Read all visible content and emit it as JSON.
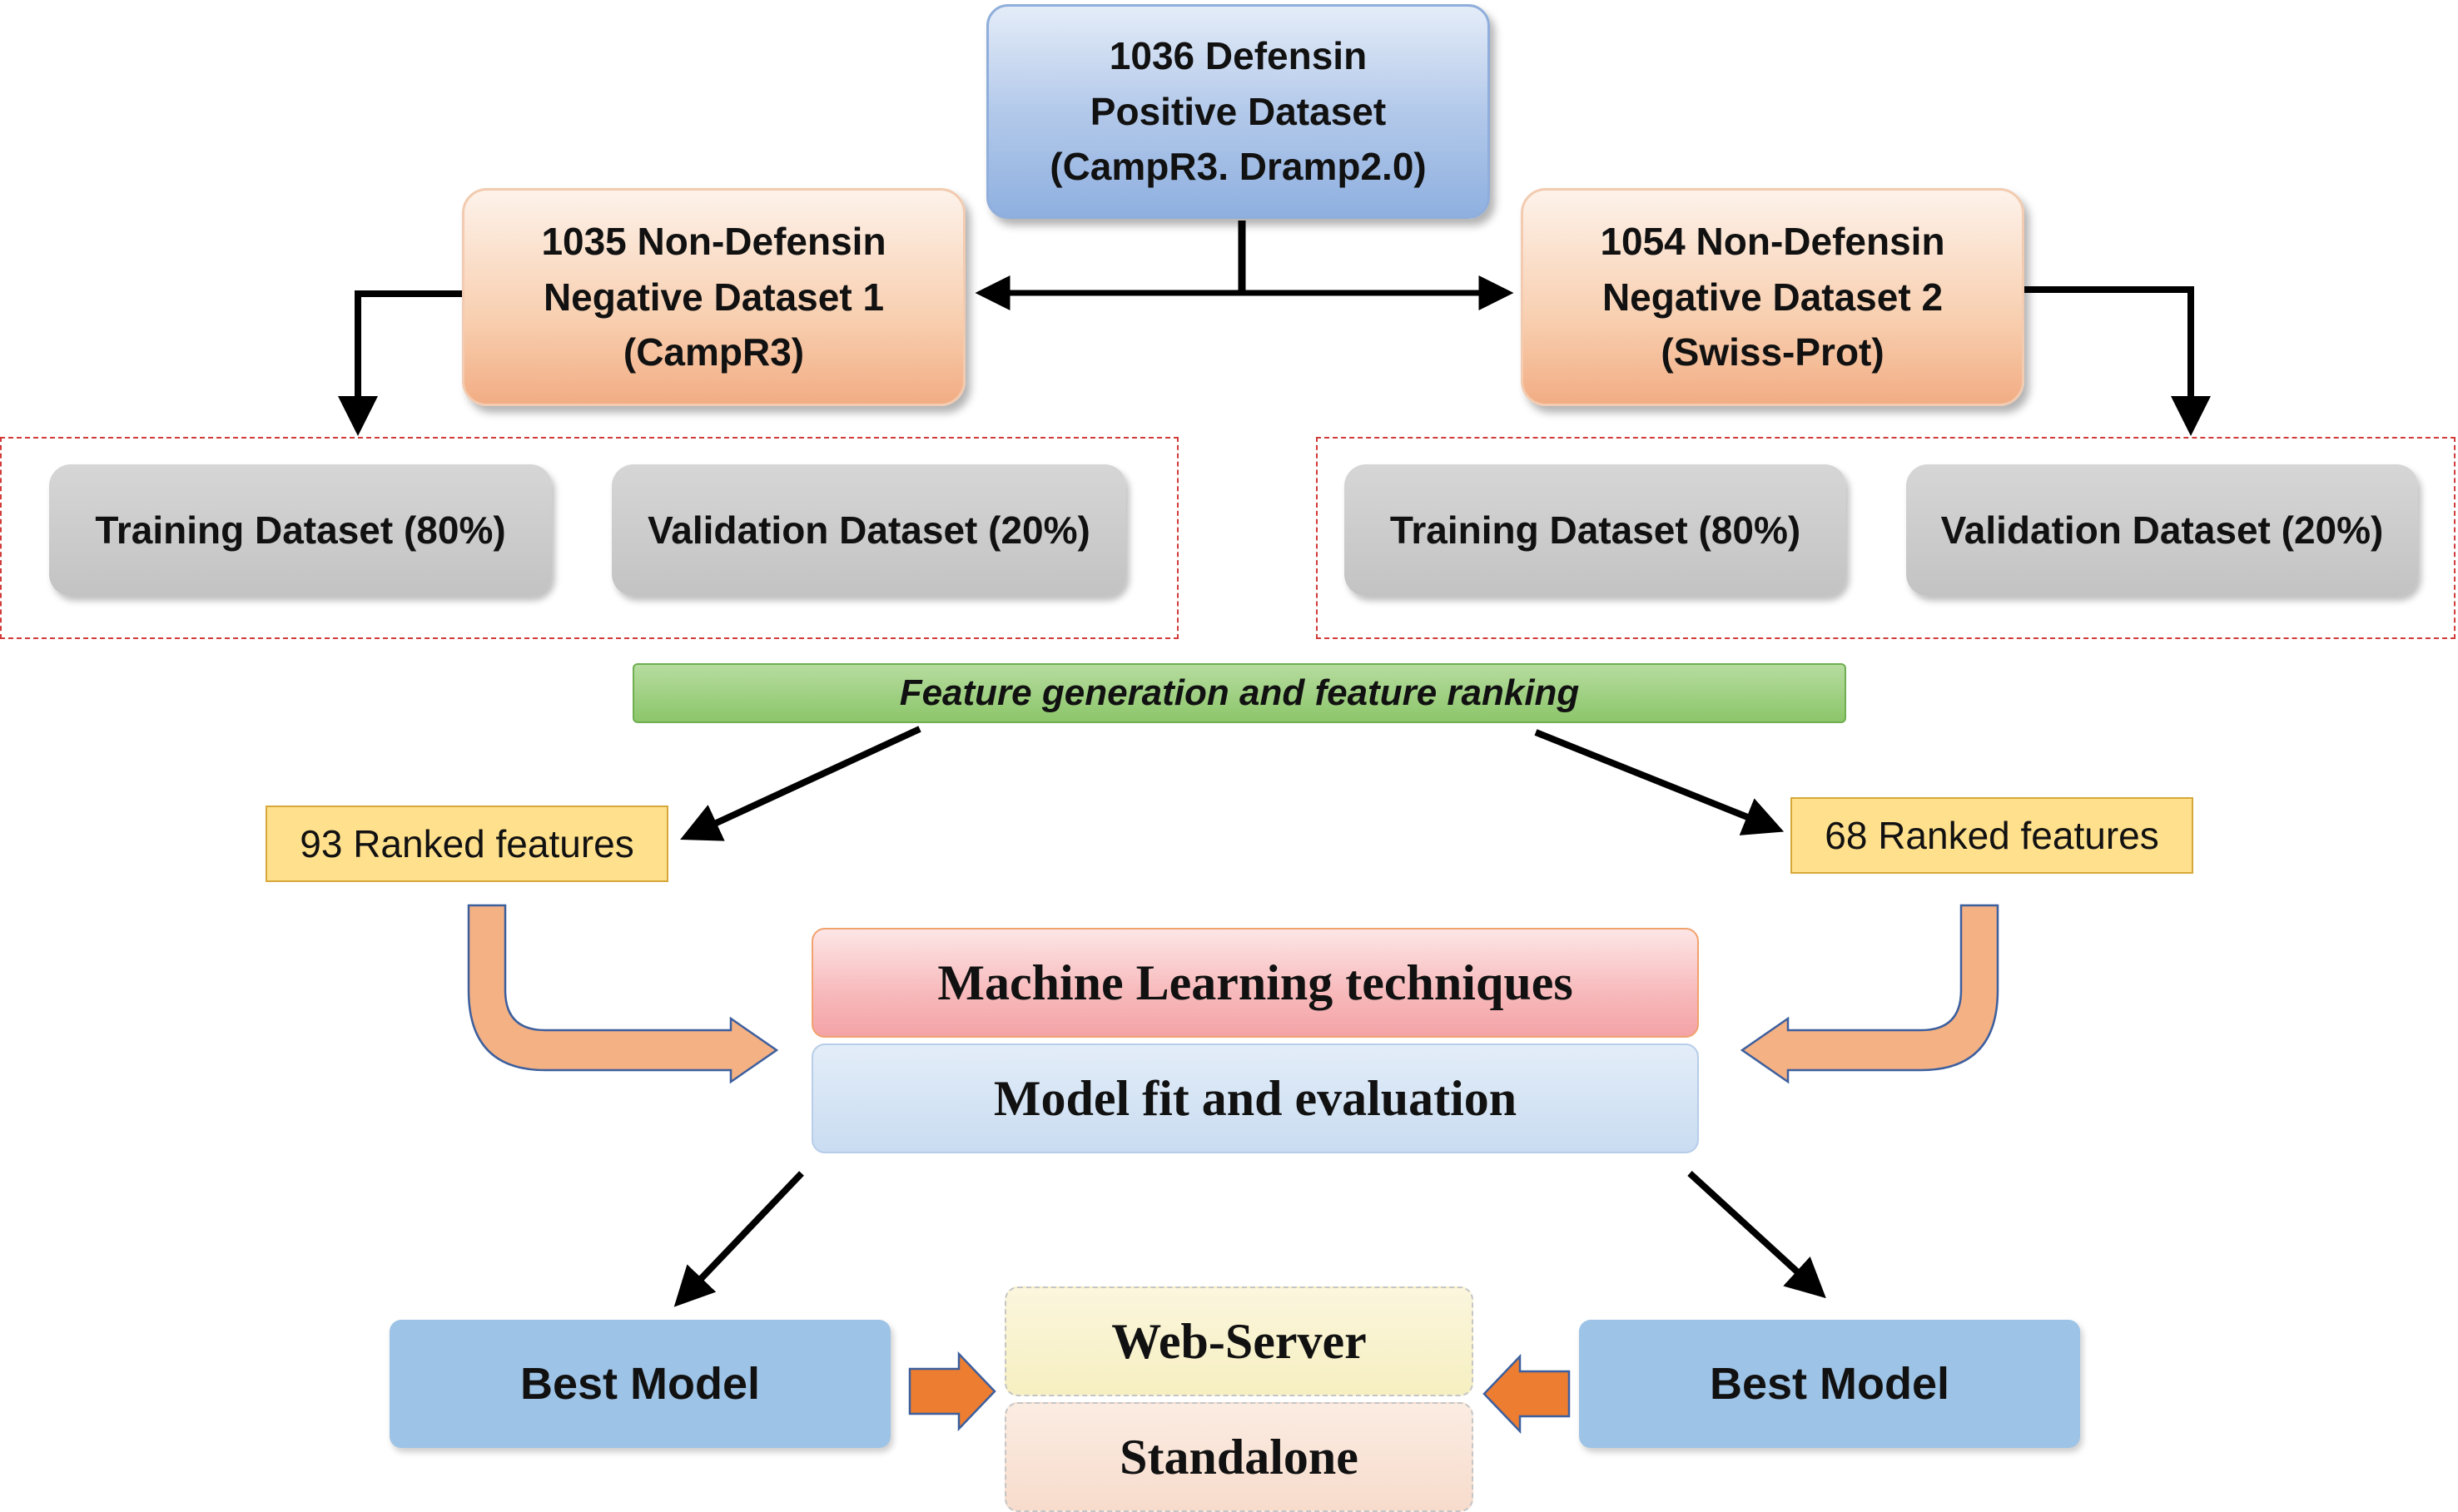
{
  "positive_dataset": {
    "lines": [
      "1036 Defensin",
      "Positive Dataset",
      "(CampR3. Dramp2.0)"
    ]
  },
  "negative_dataset_1": {
    "lines": [
      "1035 Non-Defensin",
      "Negative Dataset 1",
      "(CampR3)"
    ]
  },
  "negative_dataset_2": {
    "lines": [
      "1054 Non-Defensin",
      "Negative Dataset 2",
      "(Swiss-Prot)"
    ]
  },
  "split_left": {
    "training": "Training Dataset (80%)",
    "validation": "Validation Dataset (20%)"
  },
  "split_right": {
    "training": "Training Dataset (80%)",
    "validation": "Validation Dataset (20%)"
  },
  "feature_generation": "Feature generation and feature ranking",
  "ranked_left": "93 Ranked features",
  "ranked_right": "68 Ranked features",
  "ml_techniques": "Machine Learning techniques",
  "model_fit": "Model fit and evaluation",
  "best_model_left": "Best Model",
  "best_model_right": "Best Model",
  "web_server": "Web-Server",
  "standalone": "Standalone",
  "colors": {
    "positive_box": "#a9c2e8",
    "negative_box": "#f7c3a0",
    "split_box": "#c8c8c8",
    "dashed_border": "#d23a3a",
    "feature_bar": "#93c971",
    "ranked_box": "#ffe08c",
    "ml_box": "#f6b0b2",
    "model_fit_box": "#cfe0f3",
    "best_model_box": "#9dc3e6",
    "curved_arrow": "#f4b183",
    "small_arrow": "#ed7d31"
  }
}
